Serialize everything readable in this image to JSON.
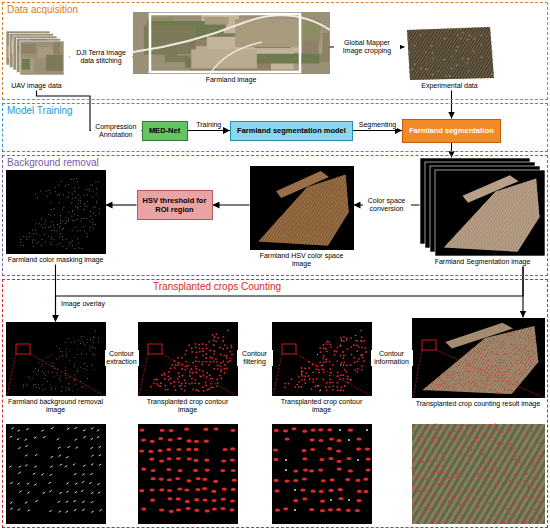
{
  "diagram": {
    "nodes": [
      {
        "text": [
          "Data acquisition"
        ]
      },
      {
        "text": [
          "UAV image data"
        ],
        "in": 0
      },
      {
        "text": [
          "Farmland image"
        ],
        "in": 0
      },
      {
        "text": [
          "Experimental data"
        ],
        "in": 0
      },
      {
        "text": [
          "Model Training"
        ]
      },
      {
        "text": [
          "MED-Net"
        ],
        "in": 4
      },
      {
        "text": [
          "Farmland segmentation model"
        ],
        "in": 4
      },
      {
        "text": [
          "Farmland segmentation"
        ],
        "in": 4
      },
      {
        "text": [
          "Background removal"
        ]
      },
      {
        "text": [
          "Farmland Segmentation image"
        ],
        "in": 8
      },
      {
        "text": [
          "Farmland HSV color space image"
        ],
        "in": 8
      },
      {
        "text": [
          "HSV threshold for ROI region"
        ],
        "in": 8
      },
      {
        "text": [
          "Farmland color masking image"
        ],
        "in": 8
      },
      {
        "text": [
          "Transplanted crops Counting"
        ]
      },
      {
        "text": [
          "Farmland background removal image"
        ],
        "in": 13
      },
      {
        "text": [
          "Transplanted crop contour image"
        ],
        "in": 13
      },
      {
        "text": [
          "Transplanted crop contour image"
        ],
        "in": 13
      },
      {
        "text": [
          "Transplanted crop counting result image"
        ],
        "in": 13
      }
    ],
    "edges": [
      {
        "from": 1,
        "to": 2,
        "label": "DJI Terra Image data stitching",
        "arrow": "to"
      },
      {
        "from": 2,
        "to": 3,
        "label": "Global Mapper Image cropping",
        "arrow": "to"
      },
      {
        "from": 1,
        "to": 5,
        "label": "Compression Annotation",
        "arrow": "to"
      },
      {
        "from": 5,
        "to": 6,
        "label": "Training",
        "arrow": "to"
      },
      {
        "from": 6,
        "to": 7,
        "label": "Segmenting",
        "arrow": "to"
      },
      {
        "from": 3,
        "to": 7,
        "arrow": "to"
      },
      {
        "from": 7,
        "to": 9,
        "arrow": "to"
      },
      {
        "from": 9,
        "to": 10,
        "label": "Color space conversion",
        "arrow": "to"
      },
      {
        "from": 10,
        "to": 11,
        "arrow": "to"
      },
      {
        "from": 11,
        "to": 12,
        "arrow": "to"
      },
      {
        "from": 12,
        "to": 14,
        "label": "Image overlay",
        "arrow": "to"
      },
      {
        "from": 9,
        "to": 14,
        "arrow": "to"
      },
      {
        "from": 9,
        "to": 17,
        "arrow": "to"
      },
      {
        "from": 14,
        "to": 15,
        "label": "Contour extraction",
        "arrow": "to"
      },
      {
        "from": 15,
        "to": 16,
        "label": "Contour filtering",
        "arrow": "to"
      },
      {
        "from": 16,
        "to": 17,
        "label": "Contour information",
        "arrow": "to"
      }
    ]
  }
}
